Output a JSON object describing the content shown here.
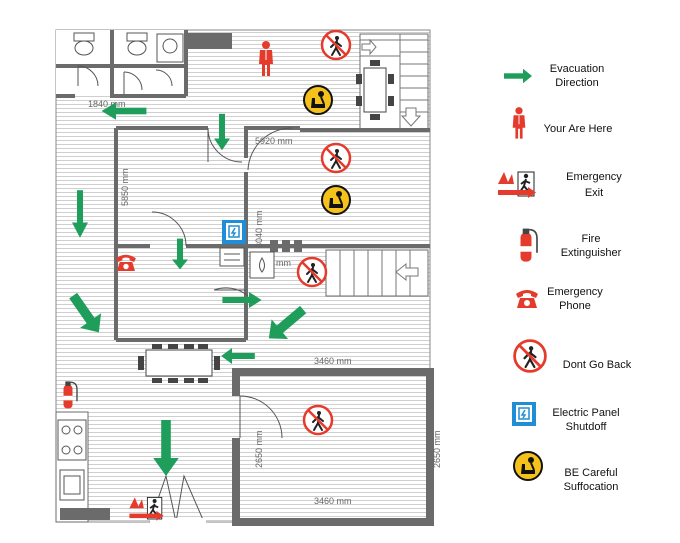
{
  "dimensions": {
    "top_left_width": "1840 mm",
    "room_top_width": "5920 mm",
    "room_left_height": "5850 mm",
    "mid_vertical": "3040 mm",
    "mid_small": "mm",
    "corridor_width": "3460 mm",
    "bottom_room_width": "3460 mm",
    "bottom_room_height": "2650 mm",
    "outer_right_height": "2650 mm"
  },
  "legend": [
    {
      "icon": "evacuation-arrow-icon",
      "label_line1": "Evacuation",
      "label_line2": "Direction"
    },
    {
      "icon": "you-are-here-icon",
      "label_line1": "Your Are Here",
      "label_line2": ""
    },
    {
      "icon": "emergency-exit-icon",
      "label_line1": "Emergency",
      "label_line2": "Exit"
    },
    {
      "icon": "fire-extinguisher-icon",
      "label_line1": "Fire",
      "label_line2": "Extinguisher"
    },
    {
      "icon": "emergency-phone-icon",
      "label_line1": "Emergency",
      "label_line2": "Phone"
    },
    {
      "icon": "dont-go-back-icon",
      "label_line1": "Dont Go Back",
      "label_line2": ""
    },
    {
      "icon": "electric-panel-icon",
      "label_line1": "Electric Panel",
      "label_line2": "Shutdoff"
    },
    {
      "icon": "be-careful-suffocation-icon",
      "label_line1": "BE Careful",
      "label_line2": "Suffocation"
    }
  ],
  "colors": {
    "wall": "#6b6b6b",
    "floor_stripe": "#cfcfcf",
    "arrow": "#1f9d5a",
    "red": "#e53b2c",
    "yellow": "#f4c21b",
    "blue": "#1f8ed6"
  }
}
